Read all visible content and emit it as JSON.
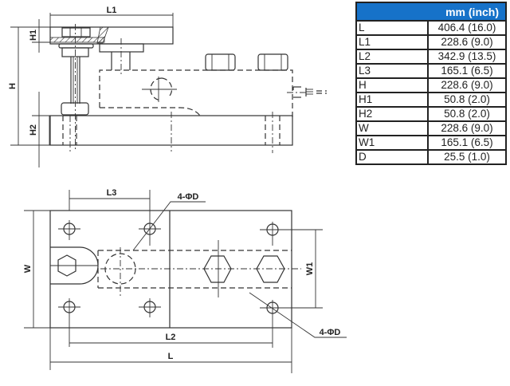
{
  "table": {
    "header_unit": "mm (inch)",
    "header_color": "#1672c9",
    "rows": [
      {
        "key": "L",
        "value": "406.4 (16.0)"
      },
      {
        "key": "L1",
        "value": "228.6 (9.0)"
      },
      {
        "key": "L2",
        "value": "342.9 (13.5)"
      },
      {
        "key": "L3",
        "value": "165.1 (6.5)"
      },
      {
        "key": "H",
        "value": "228.6 (9.0)"
      },
      {
        "key": "H1",
        "value": "50.8 (2.0)"
      },
      {
        "key": "H2",
        "value": "50.8 (2.0)"
      },
      {
        "key": "W",
        "value": "228.6 (9.0)"
      },
      {
        "key": "W1",
        "value": "165.1 (6.5)"
      },
      {
        "key": "D",
        "value": "25.5 (1.0)"
      }
    ]
  },
  "side_view": {
    "labels": {
      "L1": "L1",
      "H": "H",
      "H1": "H1",
      "H2": "H2"
    }
  },
  "top_view": {
    "labels": {
      "L": "L",
      "L2": "L2",
      "L3": "L3",
      "W": "W",
      "W1": "W1",
      "hole_callout_top": "4-ΦD",
      "hole_callout_bottom": "4-ΦD"
    }
  }
}
